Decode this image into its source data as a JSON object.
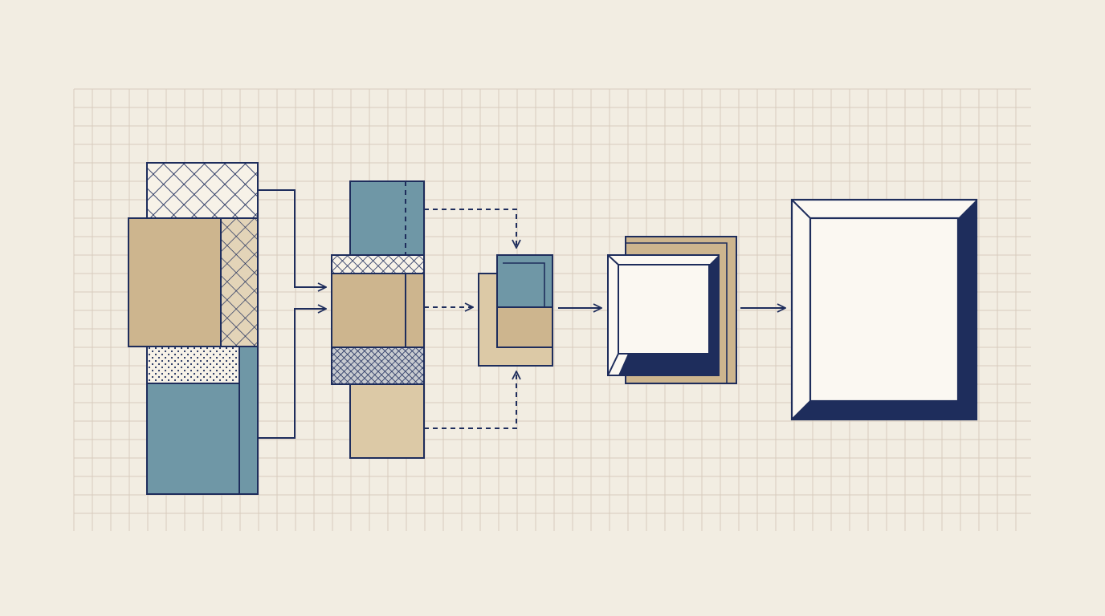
{
  "colors": {
    "paper": "#f2ede2",
    "grid": "#d8ccbd",
    "navy": "#1e2d5c",
    "tan": "#cdb58e",
    "tan_light": "#dcc9a6",
    "blue": "#6f97a6",
    "white": "#fbf8f2"
  },
  "diagram": {
    "stage_1": "source-stack",
    "stage_2": "merged-column",
    "stage_3": "composite-square",
    "stage_4": "framed-panel",
    "stage_5": "final-frame"
  }
}
